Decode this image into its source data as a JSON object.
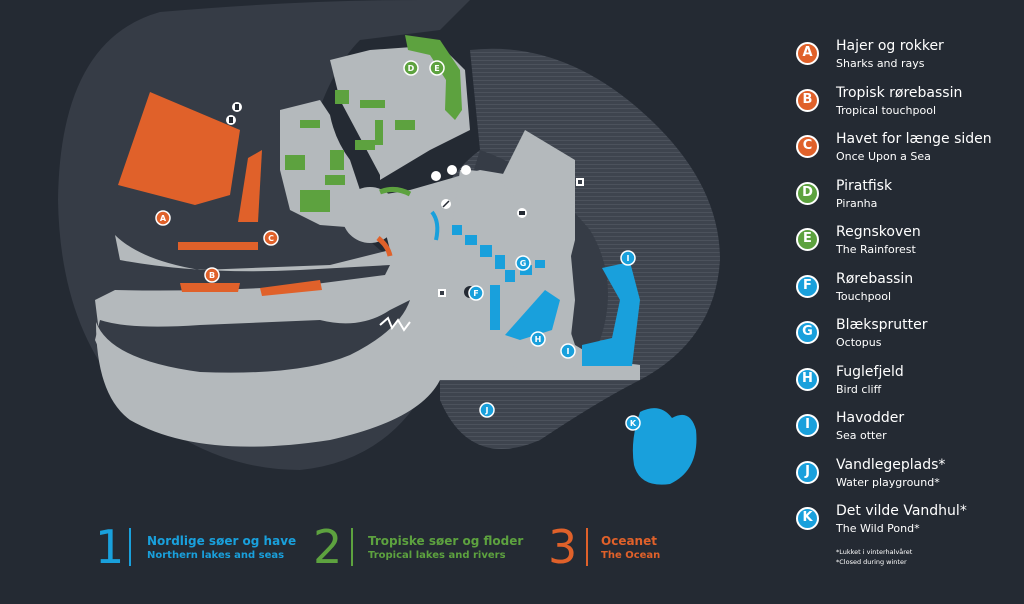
{
  "colors": {
    "background": "#242a33",
    "land_dark": "#363c46",
    "path_gray": "#b4b9bc",
    "orange": "#e0612a",
    "green": "#5da23f",
    "blue": "#19a0dc",
    "white": "#ffffff"
  },
  "map_labels": {
    "A": "A",
    "B": "B",
    "C": "C",
    "D": "D",
    "E": "E",
    "F": "F",
    "G": "G",
    "H": "H",
    "I": "I",
    "J": "J",
    "K": "K"
  },
  "legend": [
    {
      "letter": "A",
      "title": "Hajer og rokker",
      "subtitle": "Sharks and rays",
      "color": "#e0612a"
    },
    {
      "letter": "B",
      "title": "Tropisk rørebassin",
      "subtitle": "Tropical touchpool",
      "color": "#e0612a"
    },
    {
      "letter": "C",
      "title": "Havet for længe siden",
      "subtitle": "Once Upon a Sea",
      "color": "#e0612a"
    },
    {
      "letter": "D",
      "title": "Piratfisk",
      "subtitle": "Piranha",
      "color": "#5da23f"
    },
    {
      "letter": "E",
      "title": "Regnskoven",
      "subtitle": "The Rainforest",
      "color": "#5da23f"
    },
    {
      "letter": "F",
      "title": "Rørebassin",
      "subtitle": "Touchpool",
      "color": "#19a0dc"
    },
    {
      "letter": "G",
      "title": "Blæksprutter",
      "subtitle": "Octopus",
      "color": "#19a0dc"
    },
    {
      "letter": "H",
      "title": "Fuglefjeld",
      "subtitle": "Bird cliff",
      "color": "#19a0dc"
    },
    {
      "letter": "I",
      "title": "Havodder",
      "subtitle": "Sea otter",
      "color": "#19a0dc"
    },
    {
      "letter": "J",
      "title": "Vandlegeplads*",
      "subtitle": "Water playground*",
      "color": "#19a0dc"
    },
    {
      "letter": "K",
      "title": "Det vilde Vandhul*",
      "subtitle": "The Wild Pond*",
      "color": "#19a0dc"
    }
  ],
  "footnotes": [
    "*Lukket i vinterhalvåret",
    "*Closed during winter"
  ],
  "zones": [
    {
      "number": "1",
      "title": "Nordlige søer og have",
      "subtitle": "Northern lakes and seas",
      "color": "#19a0dc"
    },
    {
      "number": "2",
      "title": "Tropiske søer og floder",
      "subtitle": "Tropical lakes and rivers",
      "color": "#5da23f"
    },
    {
      "number": "3",
      "title": "Oceanet",
      "subtitle": "The Ocean",
      "color": "#e0612a"
    }
  ],
  "icons": {
    "toilet": "toilet-icon",
    "baby": "baby-changing-icon",
    "cafe": "cafe-icon",
    "info": "info-icon",
    "stairs": "stairs-icon",
    "elevator": "elevator-icon",
    "shop": "shop-icon"
  }
}
